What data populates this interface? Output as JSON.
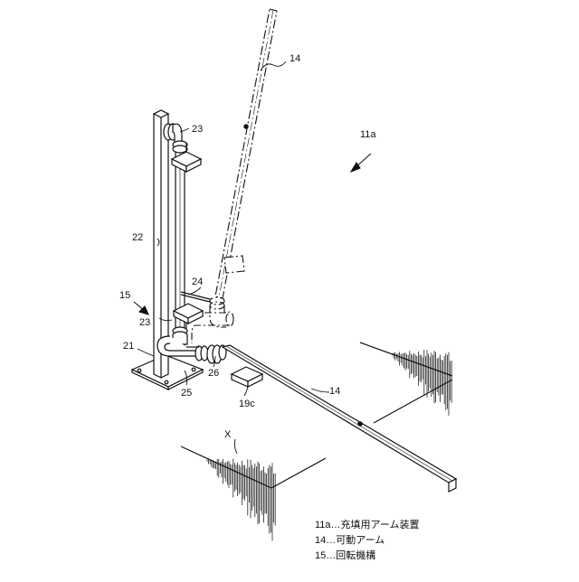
{
  "figure": {
    "labels": {
      "apparatus": "11a",
      "arm_upper": "14",
      "arm_lower": "14",
      "rotation_mechanism": "15",
      "base": "21",
      "pole": "22",
      "joint_upper": "23",
      "joint_lower": "23",
      "bracket": "24",
      "joint_base": "25",
      "joint_side": "26",
      "stopper": "19c",
      "axis": "X"
    },
    "legend": [
      "11a…充填用アーム装置",
      "14…可動アーム",
      "15…回転機構"
    ]
  }
}
